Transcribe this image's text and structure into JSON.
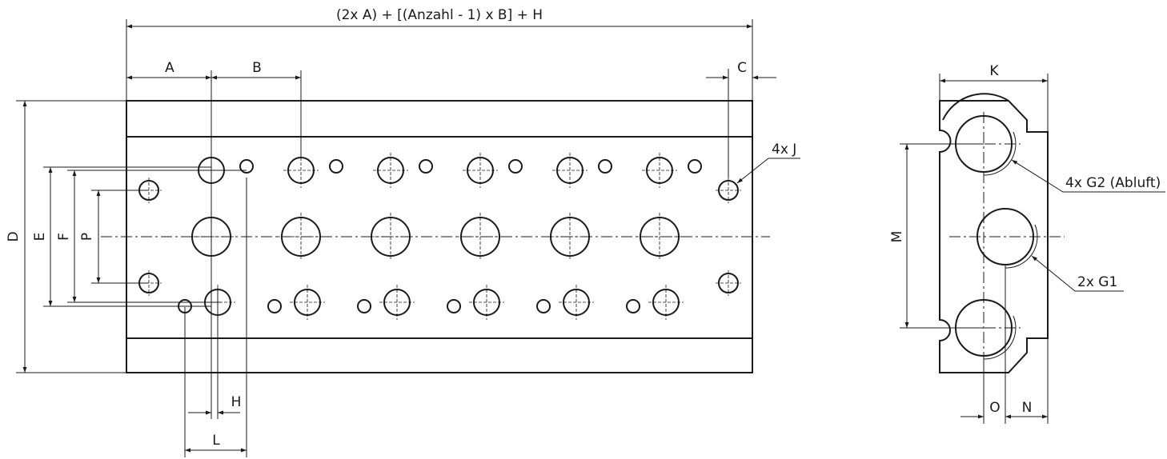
{
  "front_view": {
    "total_length_label": "(2x A) + [(Anzahl - 1) x B] + H",
    "dim_a": "A",
    "dim_b": "B",
    "dim_c": "C",
    "dim_d": "D",
    "dim_e": "E",
    "dim_f": "F",
    "dim_p": "P",
    "dim_h": "H",
    "dim_l": "L",
    "callout_mount_holes": "4x J"
  },
  "side_view": {
    "dim_k": "K",
    "dim_m": "M",
    "dim_o": "O",
    "dim_n": "N",
    "callout_exhaust": "4x G2 (Abluft)",
    "callout_supply": "2x G1"
  }
}
